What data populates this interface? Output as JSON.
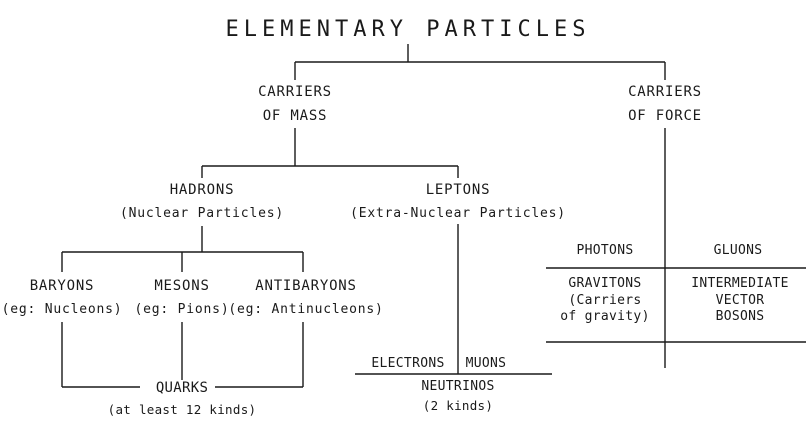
{
  "title": "ELEMENTARY PARTICLES",
  "carriers_of_mass": [
    "CARRIERS",
    "OF MASS"
  ],
  "carriers_of_force": [
    "CARRIERS",
    "OF FORCE"
  ],
  "hadrons": {
    "name": "HADRONS",
    "desc": "(Nuclear Particles)"
  },
  "leptons": {
    "name": "LEPTONS",
    "desc": "(Extra-Nuclear Particles)"
  },
  "baryons": {
    "name": "BARYONS",
    "example": "(eg: Nucleons)"
  },
  "mesons": {
    "name": "MESONS",
    "example": "(eg: Pions)"
  },
  "antibaryons": {
    "name": "ANTIBARYONS",
    "example": "(eg: Antinucleons)"
  },
  "quarks": {
    "name": "QUARKS",
    "desc": "(at least 12 kinds)"
  },
  "electrons": "ELECTRONS",
  "muons": "MUONS",
  "neutrinos": {
    "name": "NEUTRINOS",
    "desc": "(2 kinds)"
  },
  "photons": "PHOTONS",
  "gluons": "GLUONS",
  "gravitons": {
    "name": "GRAVITONS",
    "desc": [
      "(Carriers",
      "of gravity)"
    ]
  },
  "intermediate_vector_bosons": [
    "INTERMEDIATE",
    "VECTOR",
    "BOSONS"
  ]
}
